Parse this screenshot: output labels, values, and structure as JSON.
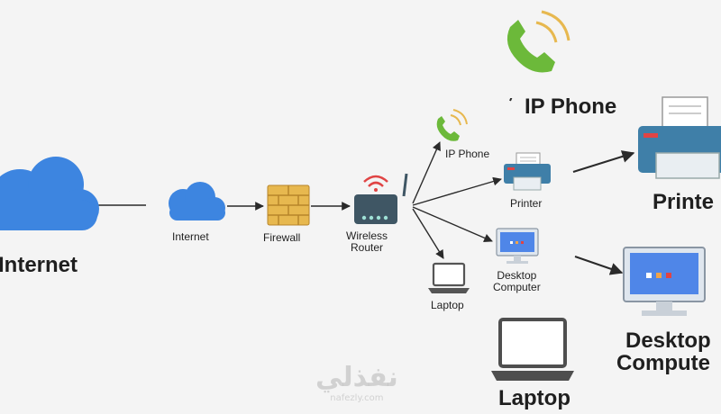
{
  "nodes": {
    "internet_large": "Internet",
    "internet": "Internet",
    "firewall": "Firewall",
    "router_line1": "Wireless",
    "router_line2": "Router",
    "ip_phone": "IP Phone",
    "printer": "Printer",
    "desktop_line1": "Desktop",
    "desktop_line2": "Computer",
    "laptop": "Laptop",
    "ip_phone_large": "IP Phone",
    "printer_large": "Printe",
    "desktop_large_line1": "Desktop",
    "desktop_large_line2": "Compute",
    "laptop_large": "Laptop"
  },
  "watermark": {
    "arabic": "نفذلي",
    "latin": "nafezly.com"
  },
  "colors": {
    "cloud": "#3d85e0",
    "firewall": "#e7b84f",
    "router": "#3f5664",
    "signal": "#e04444",
    "phone": "#6cb93a",
    "printer": "#3f7fa8",
    "screen": "#4f86e8",
    "arrow": "#2a2a2a"
  }
}
